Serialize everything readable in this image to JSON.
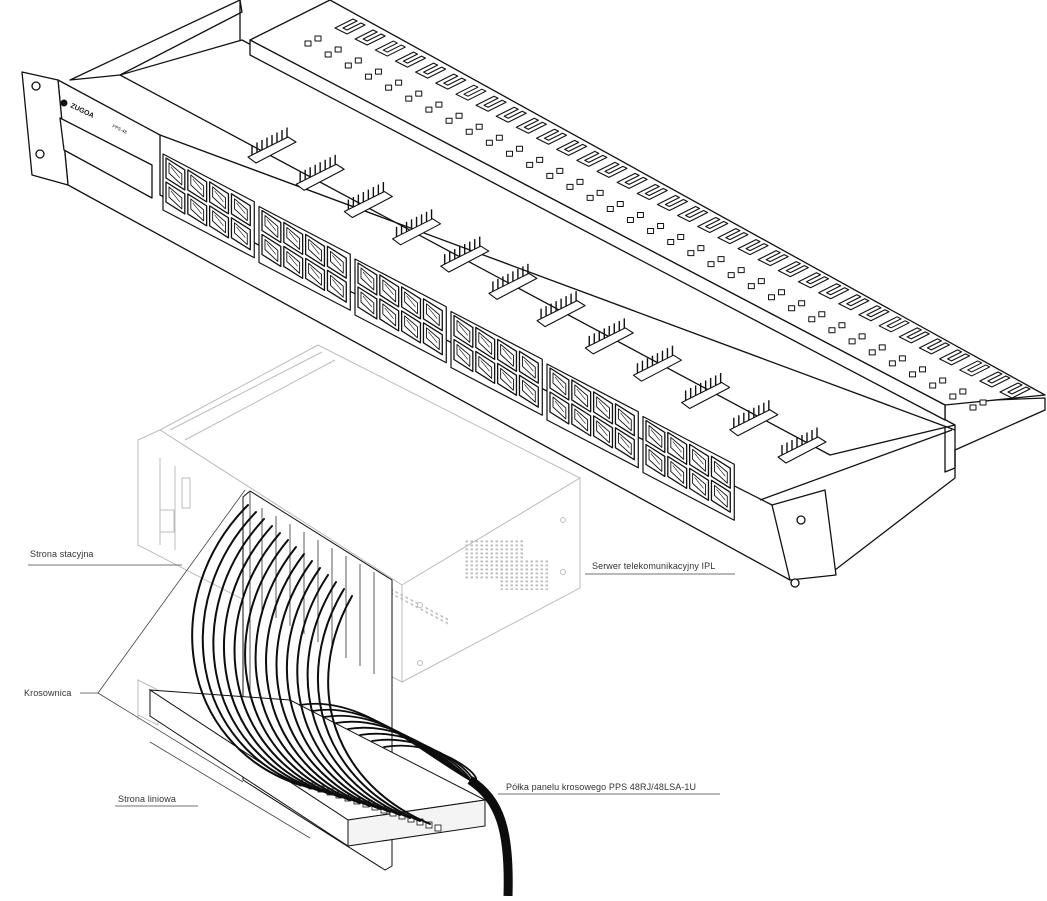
{
  "labels": {
    "station_side": "Strona stacyjna",
    "patch_frame": "Krosownica",
    "line_side": "Strona liniowa",
    "server": "Serwer telekomunikacyjny IPL",
    "shelf": "Półka panelu krosowego PPS 48RJ/48LSA-1U"
  },
  "panel": {
    "brand": "ZUGOA",
    "model": "PPS-48",
    "port_count": 48,
    "port_groups": 6,
    "lsa_blocks": 12
  },
  "colors": {
    "line": "#111111",
    "fill": "#ffffff",
    "ghost": "#bbbbbb",
    "text": "#333333"
  }
}
